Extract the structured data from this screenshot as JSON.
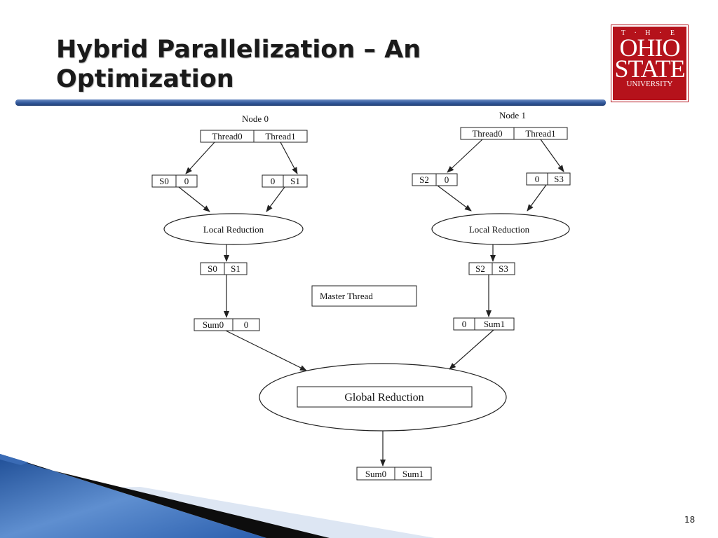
{
  "slide": {
    "title": "Hybrid Parallelization – An Optimization",
    "page_number": "18"
  },
  "logo": {
    "line1": "T · H · E",
    "line2": "OHIO",
    "line3": "STATE",
    "line4": "UNIVERSITY"
  },
  "diagram": {
    "node0": {
      "label": "Node 0",
      "threads": [
        "Thread0",
        "Thread1"
      ],
      "left_pair": [
        "S0",
        "0"
      ],
      "right_pair": [
        "0",
        "S1"
      ],
      "reduction": "Local Reduction",
      "reduced": [
        "S0",
        "S1"
      ],
      "sum": [
        "Sum0",
        "0"
      ]
    },
    "node1": {
      "label": "Node 1",
      "threads": [
        "Thread0",
        "Thread1"
      ],
      "left_pair": [
        "S2",
        "0"
      ],
      "right_pair": [
        "0",
        "S3"
      ],
      "reduction": "Local Reduction",
      "reduced": [
        "S2",
        "S3"
      ],
      "sum": [
        "0",
        "Sum1"
      ]
    },
    "master_thread": "Master Thread",
    "global_reduction": "Global Reduction",
    "result": [
      "Sum0",
      "Sum1"
    ]
  }
}
